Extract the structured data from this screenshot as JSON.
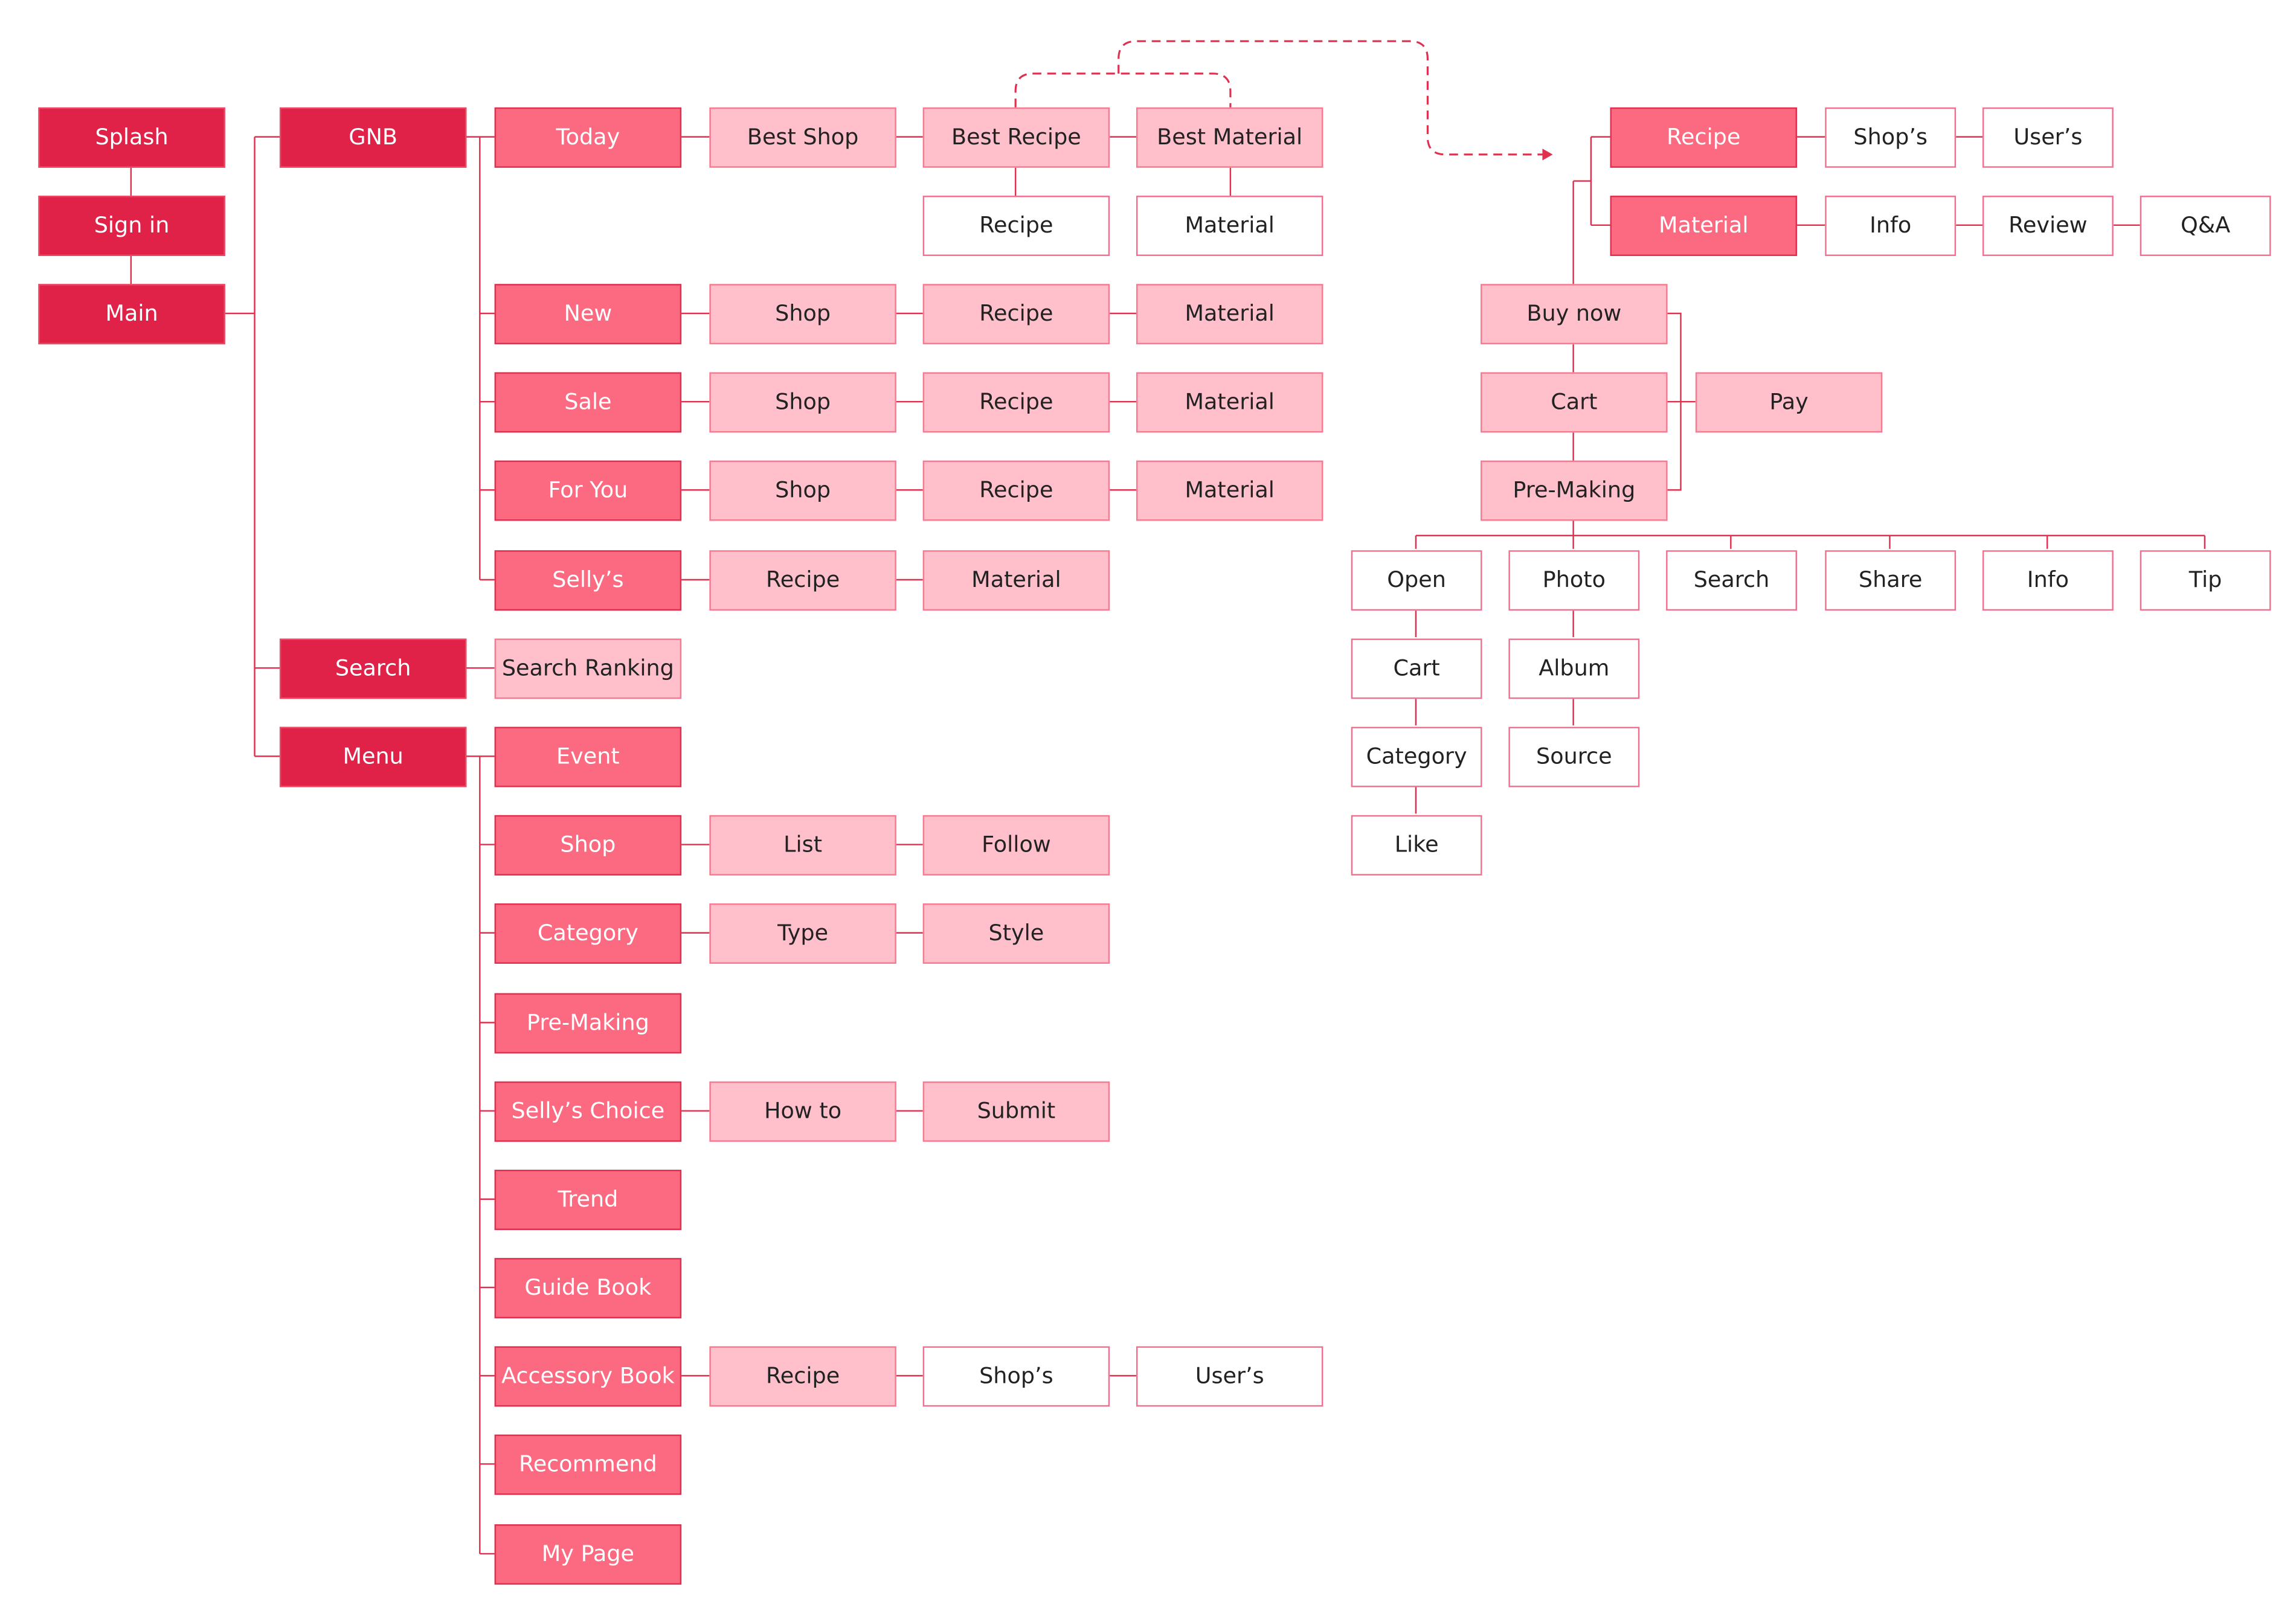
{
  "colors": {
    "primary": "#e02249",
    "secondary": "#fb6a80",
    "tertiary": "#ffc0cc",
    "line": "#e0304f"
  },
  "nodes": [
    {
      "label": "Splash",
      "kind": "d"
    },
    {
      "label": "Sign in",
      "kind": "d"
    },
    {
      "label": "Main",
      "kind": "d"
    },
    {
      "label": "GNB",
      "kind": "d"
    },
    {
      "label": "Search",
      "kind": "d"
    },
    {
      "label": "Menu",
      "kind": "d"
    },
    {
      "label": "Today",
      "kind": "m"
    },
    {
      "label": "Best Shop",
      "kind": "l"
    },
    {
      "label": "Best Recipe",
      "kind": "l"
    },
    {
      "label": "Best Material",
      "kind": "l"
    },
    {
      "label": "Recipe",
      "kind": "w"
    },
    {
      "label": "Material",
      "kind": "w"
    },
    {
      "label": "New",
      "kind": "m"
    },
    {
      "label": "Shop",
      "kind": "l"
    },
    {
      "label": "Recipe",
      "kind": "l"
    },
    {
      "label": "Material",
      "kind": "l"
    },
    {
      "label": "Sale",
      "kind": "m"
    },
    {
      "label": "Shop",
      "kind": "l"
    },
    {
      "label": "Recipe",
      "kind": "l"
    },
    {
      "label": "Material",
      "kind": "l"
    },
    {
      "label": "For You",
      "kind": "m"
    },
    {
      "label": "Shop",
      "kind": "l"
    },
    {
      "label": "Recipe",
      "kind": "l"
    },
    {
      "label": "Material",
      "kind": "l"
    },
    {
      "label": "Selly’s",
      "kind": "m"
    },
    {
      "label": "Recipe",
      "kind": "l"
    },
    {
      "label": "Material",
      "kind": "l"
    },
    {
      "label": "Search Ranking",
      "kind": "l"
    },
    {
      "label": "Event",
      "kind": "m"
    },
    {
      "label": "Shop",
      "kind": "m"
    },
    {
      "label": "List",
      "kind": "l"
    },
    {
      "label": "Follow",
      "kind": "l"
    },
    {
      "label": "Category",
      "kind": "m"
    },
    {
      "label": "Type",
      "kind": "l"
    },
    {
      "label": "Style",
      "kind": "l"
    },
    {
      "label": "Pre-Making",
      "kind": "m"
    },
    {
      "label": "Selly’s Choice",
      "kind": "m"
    },
    {
      "label": "How to",
      "kind": "l"
    },
    {
      "label": "Submit",
      "kind": "l"
    },
    {
      "label": "Trend",
      "kind": "m"
    },
    {
      "label": "Guide Book",
      "kind": "m"
    },
    {
      "label": "Accessory Book",
      "kind": "m"
    },
    {
      "label": "Recipe",
      "kind": "l"
    },
    {
      "label": "Shop’s",
      "kind": "w"
    },
    {
      "label": "User’s",
      "kind": "w"
    },
    {
      "label": "Recommend",
      "kind": "m"
    },
    {
      "label": "My Page",
      "kind": "m"
    },
    {
      "label": "Recipe",
      "kind": "m"
    },
    {
      "label": "Shop’s",
      "kind": "w"
    },
    {
      "label": "User’s",
      "kind": "w"
    },
    {
      "label": "Material",
      "kind": "m"
    },
    {
      "label": "Info",
      "kind": "w"
    },
    {
      "label": "Review",
      "kind": "w"
    },
    {
      "label": "Q&A",
      "kind": "w"
    },
    {
      "label": "Buy now",
      "kind": "l"
    },
    {
      "label": "Cart",
      "kind": "l"
    },
    {
      "label": "Pay",
      "kind": "l"
    },
    {
      "label": "Pre-Making",
      "kind": "l"
    },
    {
      "label": "Open",
      "kind": "w"
    },
    {
      "label": "Photo",
      "kind": "w"
    },
    {
      "label": "Search",
      "kind": "w"
    },
    {
      "label": "Share",
      "kind": "w"
    },
    {
      "label": "Info",
      "kind": "w"
    },
    {
      "label": "Tip",
      "kind": "w"
    },
    {
      "label": "Cart",
      "kind": "w"
    },
    {
      "label": "Album",
      "kind": "w"
    },
    {
      "label": "Category",
      "kind": "w"
    },
    {
      "label": "Source",
      "kind": "w"
    },
    {
      "label": "Like",
      "kind": "w"
    }
  ]
}
